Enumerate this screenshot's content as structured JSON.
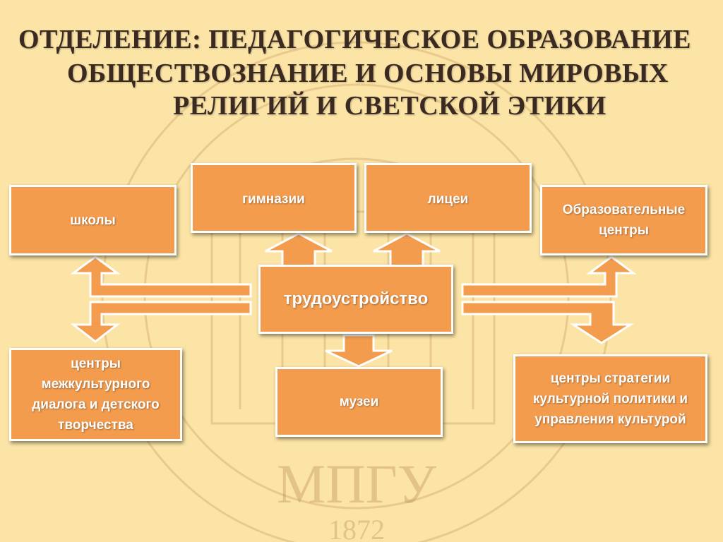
{
  "title": {
    "line1": "ОТДЕЛЕНИЕ: ПЕДАГОГИЧЕСКОЕ ОБРАЗОВАНИЕ",
    "line2": "ОБЩЕСТВОЗНАНИЕ И ОСНОВЫ МИРОВЫХ",
    "line3": "РЕЛИГИЙ И СВЕТСКОЙ ЭТИКИ"
  },
  "watermark": {
    "abbr": "МПГУ",
    "year": "1872"
  },
  "nodes": {
    "center": "трудоустройство",
    "schools": "школы",
    "gymnasiums": "гимназии",
    "lyceums": "лицеи",
    "edu_centers": "Образовательные центры",
    "intercultural": "центры межкультурного диалога и детского творчества",
    "museums": "музеи",
    "strategy": "центры стратегии культурной политики и управления культурой"
  },
  "colors": {
    "background": "#fbe4a6",
    "box_fill": "#f39c4e",
    "box_border": "#ffffff",
    "arrow_fill": "#f39c4e",
    "title_text": "#3a2a22",
    "watermark": "#c9a06a"
  }
}
